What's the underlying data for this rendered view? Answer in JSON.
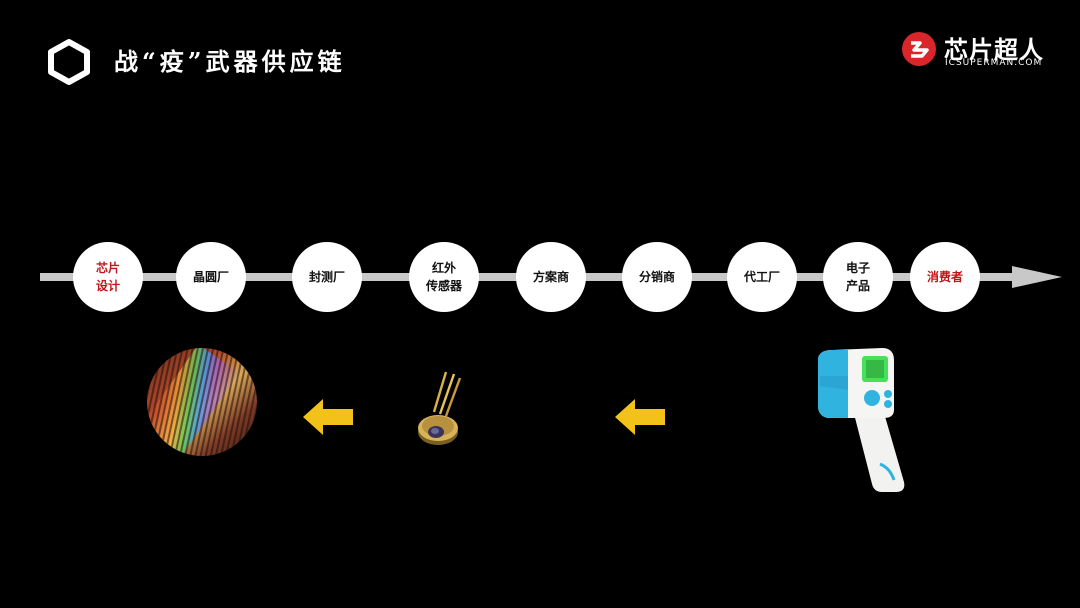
{
  "header": {
    "title": "战“疫”武器供应链",
    "brand_name": "芯片超人",
    "brand_url": "ICSUPERMAN.COM"
  },
  "timeline": {
    "nodes": [
      {
        "label": "芯片\n设计",
        "highlight": true
      },
      {
        "label": "晶圆厂",
        "highlight": false
      },
      {
        "label": "封测厂",
        "highlight": false
      },
      {
        "label": "红外\n传感器",
        "highlight": false
      },
      {
        "label": "方案商",
        "highlight": false
      },
      {
        "label": "分销商",
        "highlight": false
      },
      {
        "label": "代工厂",
        "highlight": false
      },
      {
        "label": "电子\n产品",
        "highlight": false
      },
      {
        "label": "消费者",
        "highlight": true
      }
    ]
  },
  "illustrations": {
    "wafer": "silicon-wafer-image",
    "sensor": "infrared-sensor-image",
    "thermometer": "infrared-thermometer-image",
    "arrow": "arrow-left-icon"
  },
  "colors": {
    "background": "#000000",
    "line": "#c8c8c8",
    "highlight_text": "#c0171c",
    "arrow": "#f2c21b",
    "brand_red": "#d8262b"
  }
}
